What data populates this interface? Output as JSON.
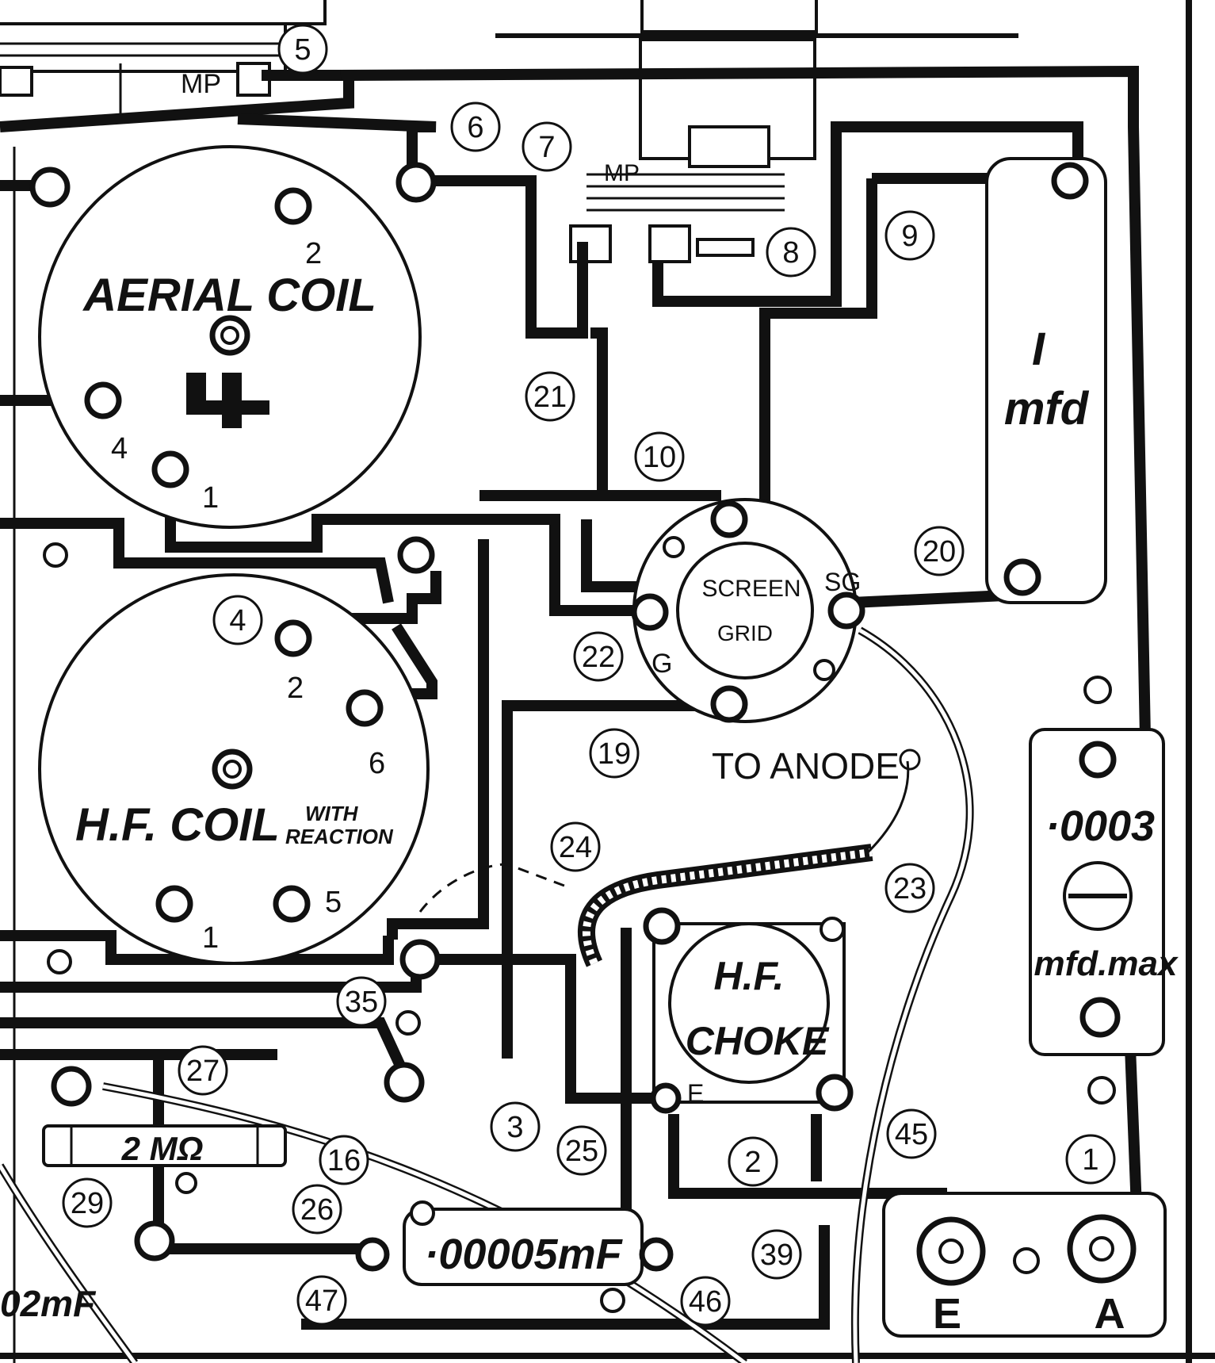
{
  "components": {
    "aerial_coil": "AERIAL COIL",
    "hf_coil": "H.F. COIL",
    "hf_coil_with": "WITH",
    "hf_coil_reaction": "REACTION",
    "valve_line1": "SCREEN",
    "valve_line2": "GRID",
    "valve_sg": "SG",
    "valve_g": "G",
    "to_anode": "TO ANODE",
    "hf_choke_line1": "H.F.",
    "hf_choke_line2": "CHOKE",
    "hf_choke_e": "E",
    "cap_1mfd_line1": "I",
    "cap_1mfd_line2": "mfd",
    "cap_0003": "·0003",
    "cap_0003_unit": "mfd.max",
    "resistor": "2 MΩ",
    "cap_00005": "·00005mF",
    "cap_02": "02mF",
    "terminal_e": "E",
    "terminal_a": "A",
    "mp_left": "MP",
    "mp_right": "MP"
  },
  "coil_pins": {
    "aerial_2": "2",
    "aerial_4": "4",
    "aerial_1": "1",
    "hf_2": "2",
    "hf_6": "6",
    "hf_1": "1",
    "hf_5": "5"
  },
  "wire_numbers": [
    "5",
    "6",
    "7",
    "8",
    "9",
    "10",
    "21",
    "20",
    "4",
    "22",
    "19",
    "24",
    "23",
    "35",
    "27",
    "16",
    "3",
    "25",
    "2",
    "45",
    "1",
    "29",
    "26",
    "39",
    "46",
    "47"
  ]
}
